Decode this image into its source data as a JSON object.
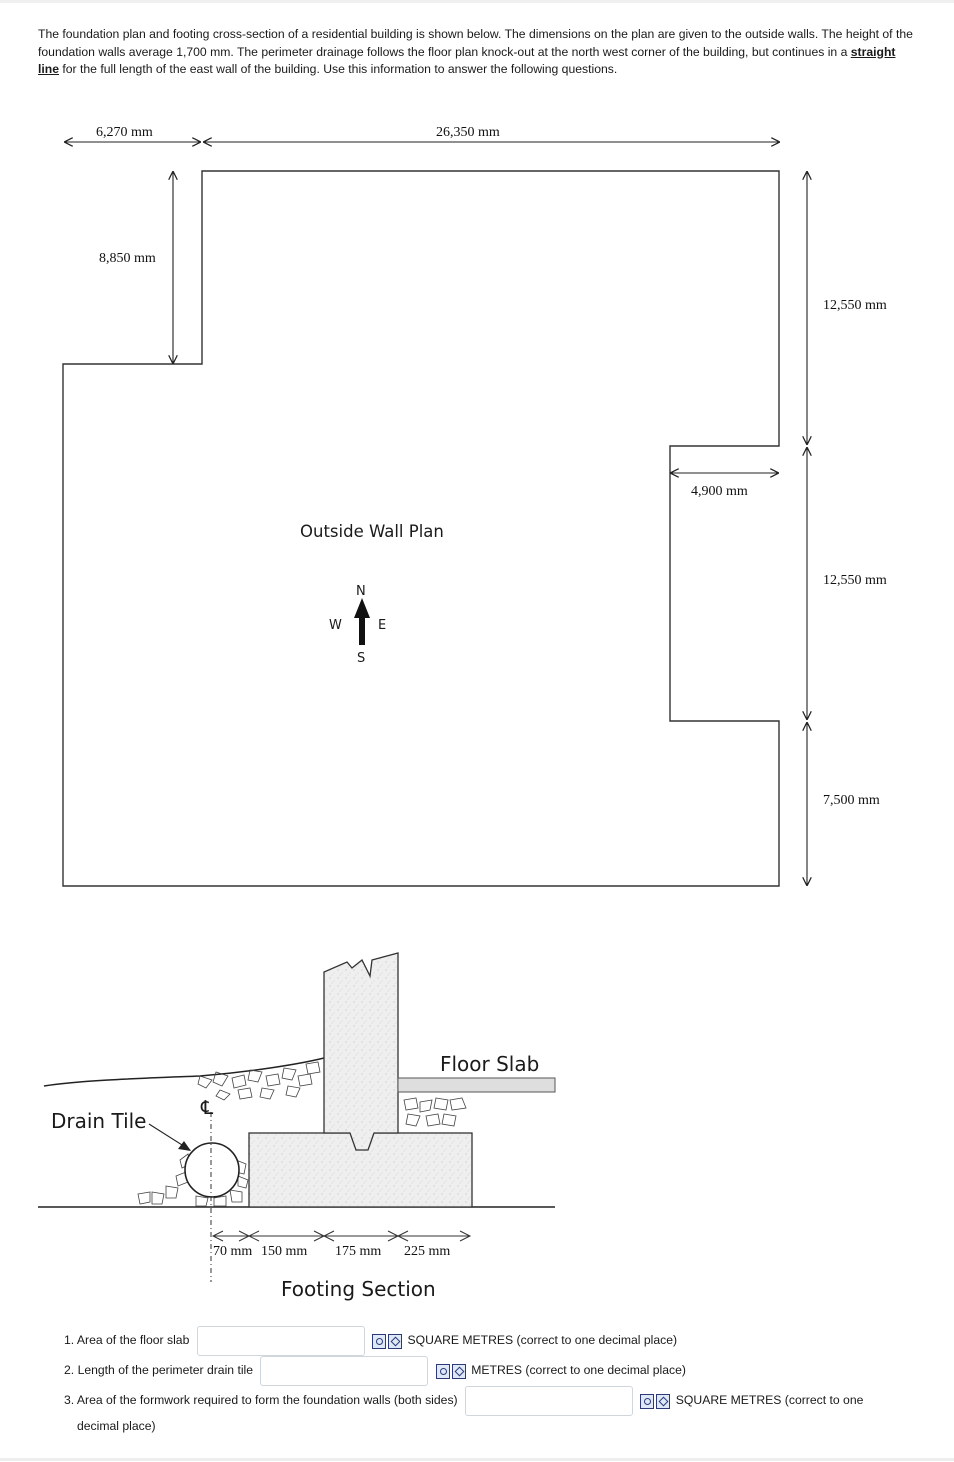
{
  "intro": {
    "part1": "The foundation plan and footing cross-section of a residential building is shown below. The dimensions on the plan are given to the outside walls. The height of the foundation walls average 1,700 mm. The perimeter drainage follows the floor plan knock-out at the north west corner of the building, but continues in a",
    "emphasis": "straight line",
    "part2": "for the full length of the east wall of the building. Use this information to answer the following questions."
  },
  "plan": {
    "title": "Outside Wall Plan",
    "dims": {
      "top_left": "6,270 mm",
      "top_right": "26,350 mm",
      "left_vertical": "8,850 mm",
      "right_1": "12,550 mm",
      "right_2": "12,550 mm",
      "right_3": "7,500 mm",
      "recess": "4,900 mm"
    },
    "compass": {
      "n": "N",
      "s": "S",
      "e": "E",
      "w": "W"
    }
  },
  "section": {
    "title": "Footing Section",
    "floor_slab": "Floor Slab",
    "drain_tile": "Drain Tile",
    "centerline": "℄",
    "dims": [
      "70 mm",
      "150 mm",
      "175 mm",
      "225 mm"
    ]
  },
  "questions": [
    {
      "number": "1.",
      "text": "Area of the floor slab",
      "unit": "SQUARE METRES  (correct to one decimal place)",
      "value": ""
    },
    {
      "number": "2.",
      "text": "Length of the perimeter drain tile",
      "unit": "METRES (correct to one decimal place)",
      "value": ""
    },
    {
      "number": "3.",
      "text": "Area of the formwork required to form the foundation walls (both sides)",
      "unit": "SQUARE METRES (correct to one",
      "unit_cont": "decimal place)",
      "value": ""
    }
  ]
}
